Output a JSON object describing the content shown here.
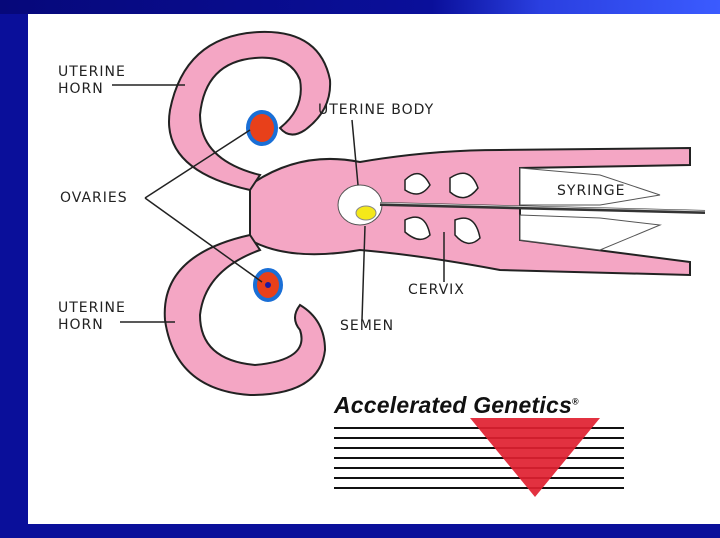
{
  "labels": {
    "uterine_horn_top": "UTERINE\nHORN",
    "uterine_body": "UTERINE BODY",
    "ovaries": "OVARIES",
    "syringe": "SYRINGE",
    "cervix": "CERVIX",
    "uterine_horn_bottom": "UTERINE\nHORN",
    "semen": "SEMEN"
  },
  "logo": {
    "text": "Accelerated Genetics",
    "mark": "®"
  },
  "colors": {
    "background": "#0a0f9a",
    "uterus": "#f4a6c4",
    "ovary": "#e8401a",
    "ovary_outline": "#1a6fd6",
    "semen": "#f4e81a",
    "logo_red": "#e02030"
  }
}
